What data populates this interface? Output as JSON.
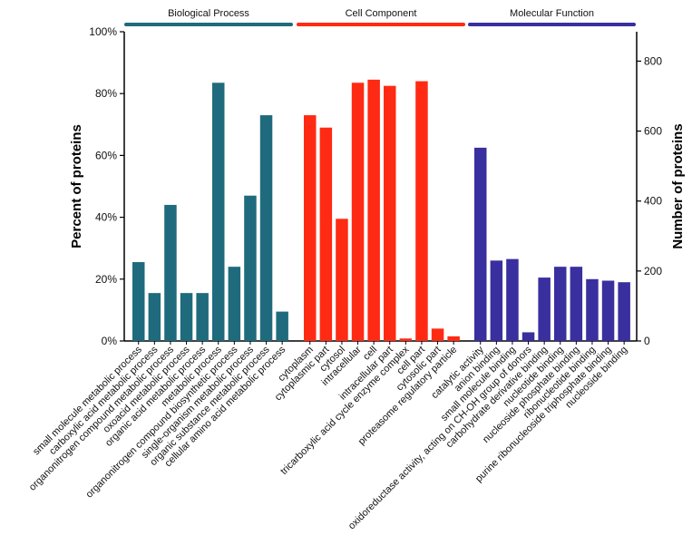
{
  "chart_data": {
    "type": "bar",
    "ylabel_left": "Percent of proteins",
    "ylabel_right": "Number of proteins",
    "ylim_left": [
      0,
      100
    ],
    "ylim_right": [
      0,
      884
    ],
    "left_ticks": [
      "0%",
      "20%",
      "40%",
      "60%",
      "80%",
      "100%"
    ],
    "right_ticks": [
      "0",
      "200",
      "400",
      "600",
      "800"
    ],
    "groups": [
      {
        "name": "Biological Process",
        "color": "#1f6b7d",
        "categories": [
          "small molecule metabolic process",
          "carboxylic acid metabolic process",
          "organonitrogen compound metabolic process",
          "oxoacid metabolic process",
          "organic acid metabolic process",
          "metabolic process",
          "organonitrogen compound biosynthetic process",
          "single-organism metabolic process",
          "organic substance metabolic process",
          "cellular amino acid metabolic process"
        ],
        "values": [
          25.5,
          15.5,
          44,
          15.5,
          15.5,
          83.5,
          24,
          47,
          73,
          9.5
        ]
      },
      {
        "name": "Cell Component",
        "color": "#ff2a14",
        "categories": [
          "cytoplasm",
          "cytoplasmic part",
          "cytosol",
          "intracellular",
          "cell",
          "intracellular part",
          "tricarboxylic acid cycle enzyme complex",
          "cell part",
          "cytosolic part",
          "proteasome regulatory particle"
        ],
        "values": [
          73,
          69,
          39.5,
          83.5,
          84.5,
          82.5,
          0.8,
          84,
          4,
          1.5
        ]
      },
      {
        "name": "Molecular Function",
        "color": "#3a2f9e",
        "categories": [
          "catalytic activity",
          "anion binding",
          "small molecule binding",
          "oxidoreductase activity, acting on CH-OH group of donors",
          "carbohydrate derivative binding",
          "nucleotide binding",
          "nucleoside phosphate binding",
          "ribonucleotide binding",
          "purine ribonucleoside triphosphate binding",
          "nucleoside binding"
        ],
        "values": [
          62.5,
          26,
          26.5,
          2.8,
          20.5,
          24,
          24,
          20,
          19.5,
          19
        ]
      }
    ]
  }
}
